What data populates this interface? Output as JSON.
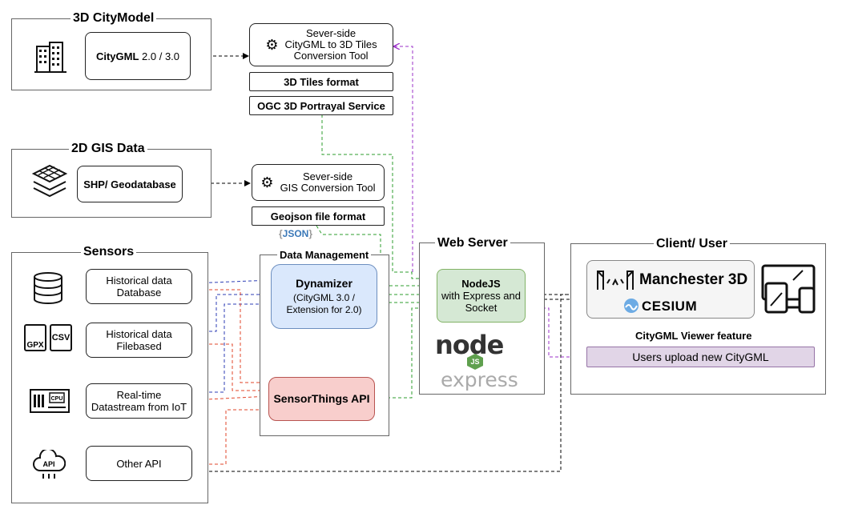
{
  "groups": {
    "city_model": "3D CityModel",
    "gis": "2D GIS Data",
    "sensors": "Sensors",
    "data_mgmt": "Data Management",
    "web_server": "Web Server",
    "client": "Client/ User"
  },
  "city_model": {
    "citygml_bold": "CityGML",
    "citygml_ver": " 2.0 / 3.0"
  },
  "gis": {
    "shp": "SHP/ Geodatabase"
  },
  "conversion": {
    "tiles_tool_1": "Sever-side",
    "tiles_tool_2": "CityGML to 3D Tiles",
    "tiles_tool_3": "Conversion Tool",
    "tiles_format": "3D Tiles format",
    "ogc": "OGC 3D Portrayal Service",
    "gis_tool_1": "Sever-side",
    "gis_tool_2": "GIS Conversion Tool",
    "geojson": "Geojson file format",
    "json_badge": "JSON"
  },
  "sensors": {
    "hist_db_1": "Historical data",
    "hist_db_2": "Database",
    "hist_file_1": "Historical data",
    "hist_file_2": "Filebased",
    "realtime_1": "Real-time",
    "realtime_2": "Datastream from IoT",
    "other_api": "Other API",
    "gpx": "GPX",
    "csv": "CSV",
    "cpu": "CPU",
    "api": "API"
  },
  "data_mgmt": {
    "dynamizer": "Dynamizer",
    "dynamizer_sub_1": "(CityGML 3.0 /",
    "dynamizer_sub_2": "Extension for 2.0)",
    "sensorthings": "SensorThings API"
  },
  "web_server": {
    "node_1": "NodeJS",
    "node_2": "with Express and",
    "node_3": "Socket",
    "node_logo": "node",
    "node_js": "JS",
    "express_logo": "express"
  },
  "client": {
    "manchester": "Manchester 3D",
    "cesium": "CESIUM",
    "viewer_feature": "CityGML Viewer feature",
    "upload": "Users upload new CityGML"
  },
  "colors": {
    "green": "#2e9e2e",
    "purple": "#9b30c8",
    "red": "#e0442a",
    "blue": "#2c3db5",
    "dynamizer_fill": "#dae8fc",
    "sensorthings_fill": "#f8cecc",
    "node_fill": "#d5e8d4",
    "upload_fill": "#e1d5e7"
  }
}
